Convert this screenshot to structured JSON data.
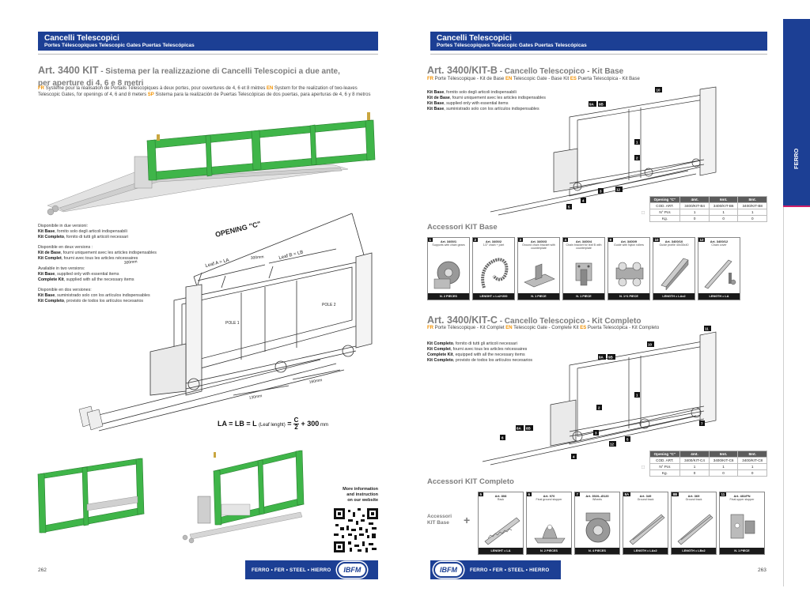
{
  "left": {
    "header": {
      "title": "Cancelli Telescopici",
      "subtitle": "Portes Télescopiques  Telescopic Gates  Puertas Telescópicas"
    },
    "title_art": "Art. 3400 KIT",
    "title_rest": " - Sistema per la realizzazione di Cancelli Telescopici a due ante,",
    "title_line2": "per aperture di 4, 6 e 8 metri",
    "trans": [
      {
        "lang": "FR",
        "text": " Système pour la réalisation de Portails Télescopiques à deux portes, pour ouvertures de 4, 6 et 8 mètres "
      },
      {
        "lang": "EN",
        "text": " System for the realization of two-leaves Telescopic Gates, for openings of 4, 6 and 8 meters "
      },
      {
        "lang": "SP",
        "text": " Sistema para la realización de Puertas Telescópicas de dos puertas, para aperturas de 4, 6 y 8 metros"
      }
    ],
    "versions": [
      {
        "head": "Disponibile in due versioni:",
        "l1b": "Kit Base",
        "l1": ", fornito solo degli articoli indispensabili",
        "l2b": "Kit Completo",
        "l2": ", fornito di tutti gli articoli necessari"
      },
      {
        "head": "Disponible en deux versions :",
        "l1b": "Kit de Base",
        "l1": ", fourni uniquement avec les articles indispensables",
        "l2b": "Kit Complet",
        "l2": ", fourni avec tous les articles nécessaires"
      },
      {
        "head": "Available in two versions:",
        "l1b": "Kit Base",
        "l1": ", supplied only with essential items",
        "l2b": "Complete Kit",
        "l2": ", supplied with all the necessary items"
      },
      {
        "head": "Disponible en dos versiones:",
        "l1b": "Kit Base",
        "l1": ", suministrado solo con los artículos indispensables",
        "l2b": "Kit Completo",
        "l2": ", provisto de todos los artículos necesarios"
      }
    ],
    "diagram": {
      "opening": "OPENING \"C\"",
      "leaf_a": "Leaf A = LA",
      "leaf_b": "Leaf B = LB",
      "d300a": "300mm",
      "d300b": "300mm",
      "pole1": "POLE 1",
      "pole2": "POLE 2",
      "d130": "130mm",
      "d160": "160mm"
    },
    "formula": {
      "lhs": "LA = LB = L",
      "paren": "(Leaf lenght)",
      "eq": " = ",
      "num": "C",
      "den": "2",
      "rest": " + 300",
      "unit": " mm"
    },
    "qr_text": [
      "More information",
      "and instruction",
      "on our website"
    ],
    "footer": {
      "text": "FERRO • FER • STEEL • HIERRO",
      "logo": "IBFM"
    },
    "page_number": "262"
  },
  "right": {
    "header": {
      "title": "Cancelli Telescopici",
      "subtitle": "Portes Télescopiques  Telescopic Gates  Puertas Telescópicas"
    },
    "kitb": {
      "title_art": "Art. 3400/KIT-B",
      "title_rest": " - Cancello Telescopico - Kit Base",
      "trans": [
        {
          "lang": "FR",
          "text": " Porte Télescopique - Kit de Base "
        },
        {
          "lang": "EN",
          "text": " Telescopic Gate - Base Kit "
        },
        {
          "lang": "ES",
          "text": " Puerta Telescópica - Kit Base"
        }
      ],
      "desc": [
        {
          "b": "Kit Base",
          "t": ", fornito solo degli articoli indispensabili"
        },
        {
          "b": "Kit de Base",
          "t": ", fourni uniquement avec les articles indispensables"
        },
        {
          "b": "Kit Base",
          "t": ", supplied only with essential items"
        },
        {
          "b": "Kit Base",
          "t": ", suministrado solo con los artículos indispensables"
        }
      ],
      "callouts": [
        "10",
        "9A",
        "9B",
        "1",
        "2",
        "3",
        "4",
        "12",
        "5"
      ],
      "table": {
        "header": [
          "Opening \"C\"",
          "4mt.",
          "6mt.",
          "8mt."
        ],
        "rows": [
          [
            "COD. ART.",
            "3400/KIT-B4",
            "3400/KIT-B6",
            "3400/KIT-B8"
          ],
          [
            "N° Pcs",
            "1",
            "1",
            "1"
          ],
          [
            "Kg.",
            "0",
            "0",
            "0"
          ]
        ]
      }
    },
    "acc_base": {
      "title": "Accessori KIT Base",
      "items": [
        {
          "num": "1",
          "art": "Art. 3400/1",
          "desc": "Supports with chain gears",
          "qty": "N. 2 PIECES"
        },
        {
          "num": "2",
          "art": "Art. 3400/2",
          "desc": "1/2\" chain + joint",
          "qty": "LENGHT = Lx2+200"
        },
        {
          "num": "3",
          "art": "Art. 3400/3",
          "desc": "Ground chain bracket with counterplate",
          "qty": "N. 1 PIECE"
        },
        {
          "num": "4",
          "art": "Art. 3400/4",
          "desc": "Chain bracket for leaf B with counterplate",
          "qty": "N. 1 PIECE"
        },
        {
          "num": "9",
          "art": "Art. 3400/9",
          "desc": "Guide with Nylon rollers",
          "qty": "N. 1+1 PIECE"
        },
        {
          "num": "10",
          "art": "Art. 3400/10",
          "desc": "Guide profile 40x35x40",
          "qty": "LENGTH = LAx2"
        },
        {
          "num": "12",
          "art": "Art. 3400/12",
          "desc": "Chain cover",
          "qty": "LENGTH = LA"
        }
      ]
    },
    "kitc": {
      "title_art": "Art. 3400/KIT-C",
      "title_rest": " - Cancello Telescopico - Kit Completo",
      "trans": [
        {
          "lang": "FR",
          "text": " Porte Télescopique - Kit Complet "
        },
        {
          "lang": "EN",
          "text": " Telescopic Gate - Complete Kit "
        },
        {
          "lang": "ES",
          "text": " Puerta Telescópica - Kit Completo"
        }
      ],
      "desc": [
        {
          "b": "Kit Completo",
          "t": ", fornito di tutti gli articoli necessari"
        },
        {
          "b": "Kit Complet",
          "t": ", fourni avec tous les articles nécessaires"
        },
        {
          "b": "Complete Kit",
          "t": ", equipped with all the necessary items"
        },
        {
          "b": "Kit Completo",
          "t": ", provisto de todos los artículos necesarios"
        }
      ],
      "callouts": [
        "11",
        "10",
        "9A",
        "9B",
        "1",
        "2",
        "3",
        "12",
        "7",
        "5",
        "4",
        "8A",
        "8B",
        "6"
      ],
      "table": {
        "header": [
          "Opening \"C\"",
          "4mt.",
          "6mt.",
          "8mt."
        ],
        "rows": [
          [
            "COD. ART.",
            "3400/KIT-C4",
            "3400/KIT-C6",
            "3400/KIT-C8"
          ],
          [
            "N° Pcs",
            "1",
            "1",
            "1"
          ],
          [
            "Kg.",
            "0",
            "0",
            "0"
          ]
        ]
      }
    },
    "acc_complete": {
      "title": "Accessori KIT Completo",
      "base_label": [
        "Accessori",
        "KIT Base"
      ],
      "plus": "+",
      "items": [
        {
          "num": "5",
          "art": "Art. 808",
          "desc": "Rack",
          "qty": "LENGHT = LA"
        },
        {
          "num": "6",
          "art": "Art. 970",
          "desc": "Final ground stopper",
          "qty": "N. 2 PIECES"
        },
        {
          "num": "7",
          "art": "Art. 392/L-Ø120",
          "desc": "Wheels",
          "qty": "N. 4 PIECES"
        },
        {
          "num": "8A",
          "art": "Art. 349",
          "desc": "Ground track",
          "qty": "LENGTH = LAx2"
        },
        {
          "num": "8B",
          "art": "Art. 369",
          "desc": "Ground track",
          "qty": "LENGTH = LBx2"
        },
        {
          "num": "11",
          "art": "Art. 481/FN",
          "desc": "Final upper stopper",
          "qty": "N. 1 PIECE"
        }
      ]
    },
    "footer": {
      "text": "FERRO • FER • STEEL • HIERRO",
      "logo": "IBFM"
    },
    "page_number": "263",
    "side_tab": "FERRO"
  },
  "colors": {
    "brand_blue": "#1c3f94",
    "accent_orange": "#f39200",
    "gate_green": "#3fb549",
    "title_gray": "#7d7d7d",
    "tab_pink": "#d01f68"
  }
}
